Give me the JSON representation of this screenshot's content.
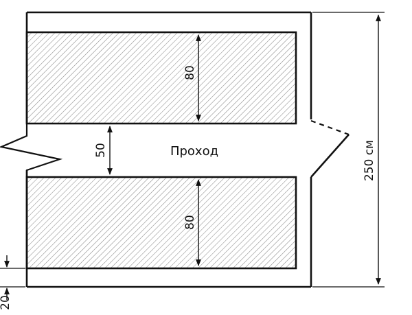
{
  "diagram": {
    "aisle_label": "Проход",
    "upper_block_depth": "80",
    "lower_block_depth": "80",
    "aisle_width": "50",
    "total_height": "250 см",
    "bottom_offset": "20"
  }
}
